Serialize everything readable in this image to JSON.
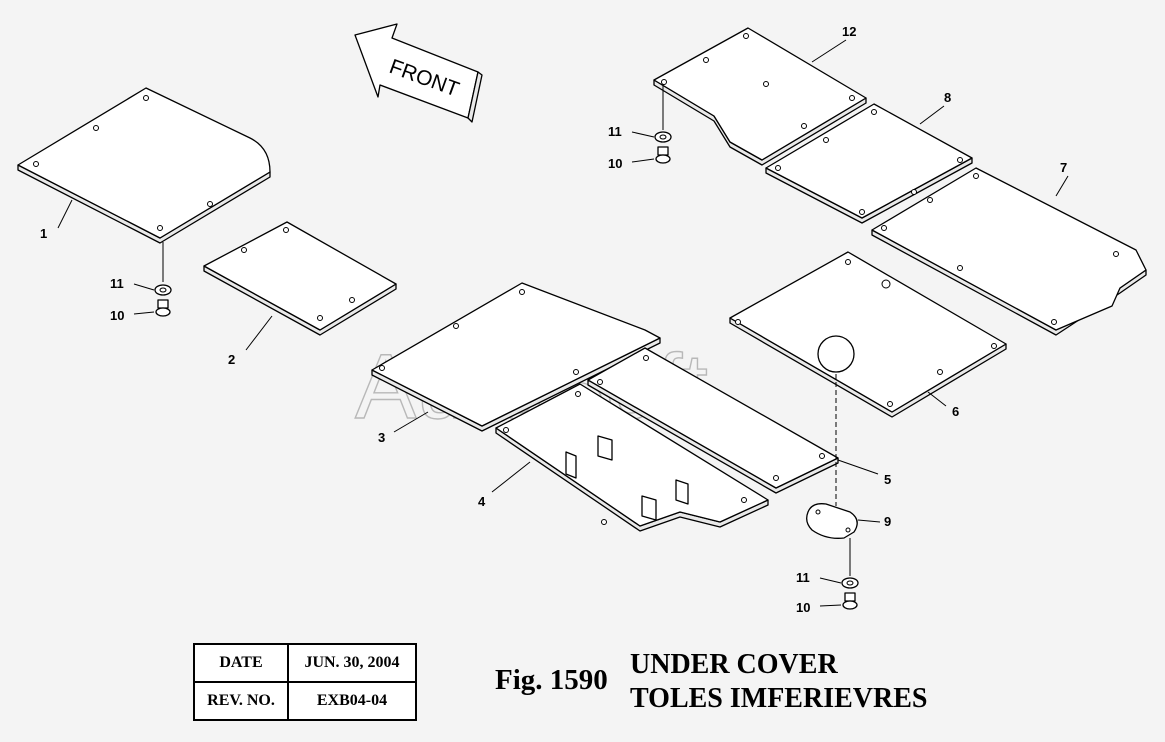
{
  "direction_arrow": {
    "label": "FRONT"
  },
  "watermark": "AutoSoft",
  "callouts": {
    "c1": "1",
    "c2": "2",
    "c3": "3",
    "c4": "4",
    "c5": "5",
    "c6": "6",
    "c7": "7",
    "c8": "8",
    "c9": "9",
    "c12": "12",
    "c10a": "10",
    "c11a": "11",
    "c10b": "10",
    "c11b": "11",
    "c10c": "10",
    "c11c": "11"
  },
  "rev_table": {
    "date_label": "DATE",
    "date_value": "JUN.  30, 2004",
    "rev_label": "REV. NO.",
    "rev_value": "EXB04-04"
  },
  "figure": {
    "number": "Fig. 1590",
    "title_en": "UNDER COVER",
    "title_fr": "TOLES IMFERIEVRES"
  }
}
